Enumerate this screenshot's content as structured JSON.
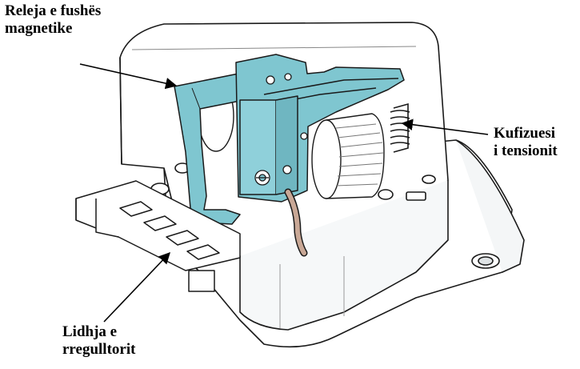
{
  "labels": {
    "field_relay": {
      "line1": "Releja e fushës",
      "line2": "magnetike"
    },
    "voltage_limiter": {
      "line1": "Kufizuesi",
      "line2": "i tensionit"
    },
    "regulator_connector": {
      "line1": "Lidhja e",
      "line2": "rregulltorit"
    }
  },
  "colors": {
    "highlight": "#7fc6d0",
    "outline": "#1a1a1a",
    "housing": "#ffffff",
    "shade": "#eef2f3"
  }
}
